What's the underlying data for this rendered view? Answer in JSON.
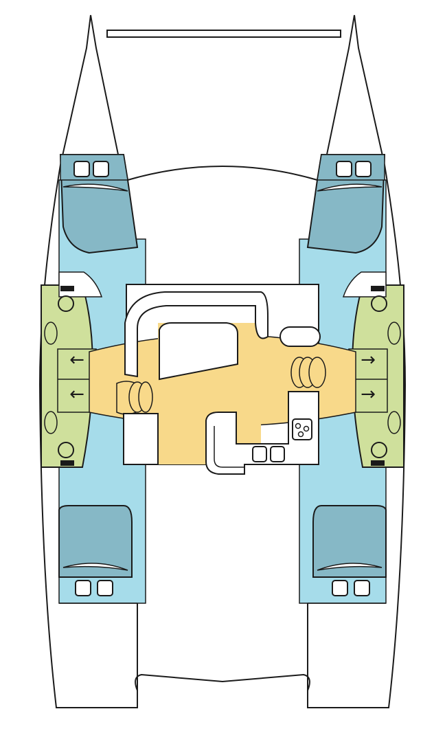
{
  "diagram": {
    "type": "catamaran-deck-layout",
    "colors": {
      "hull_outline": "#1a1a1a",
      "cabin_fill": "#a6dcea",
      "bed_fill": "#86b8c6",
      "head_fill": "#cfe09c",
      "saloon_fill": "#f8d98a",
      "background": "#ffffff"
    },
    "cabins": [
      {
        "name": "port-forward-cabin"
      },
      {
        "name": "starboard-forward-cabin"
      },
      {
        "name": "port-aft-cabin"
      },
      {
        "name": "starboard-aft-cabin"
      }
    ],
    "heads": [
      {
        "name": "port-head",
        "arrows": [
          "←",
          "←"
        ]
      },
      {
        "name": "starboard-head",
        "arrows": [
          "→",
          "→"
        ]
      }
    ]
  }
}
